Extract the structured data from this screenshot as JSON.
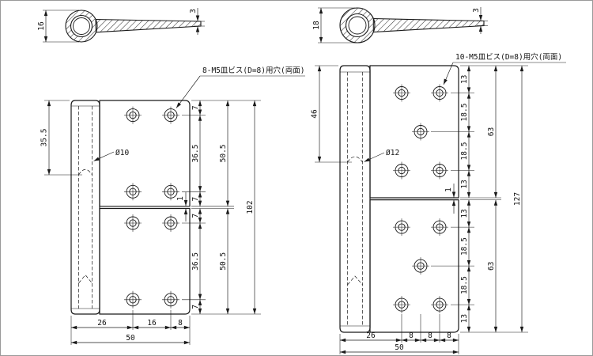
{
  "left_hinge": {
    "top_view": {
      "height": "16",
      "thickness": "3"
    },
    "callout": "8-M5皿ビス(D=8)用穴(両面)",
    "hole_dia": "Ø10",
    "depth_dim": "35.5",
    "gap_dim": "1",
    "row_dims": [
      "7",
      "36.5",
      "7",
      "7",
      "36.5",
      "7"
    ],
    "half_dims": [
      "50.5",
      "50.5"
    ],
    "height_total": "102",
    "col_dims": [
      "26",
      "16",
      "8"
    ],
    "width_total": "50"
  },
  "right_hinge": {
    "top_view": {
      "height": "18",
      "thickness": "3"
    },
    "callout": "10-M5皿ビス(D=8)用穴(両面)",
    "hole_dia": "Ø12",
    "depth_dim": "46",
    "gap_dim": "1",
    "row_dims": [
      "13",
      "18.5",
      "18.5",
      "13",
      "13",
      "18.5",
      "18.5",
      "13"
    ],
    "half_dims": [
      "63",
      "63"
    ],
    "height_total": "127",
    "col_dims": [
      "26",
      "8",
      "8",
      "8"
    ],
    "width_total": "50"
  }
}
